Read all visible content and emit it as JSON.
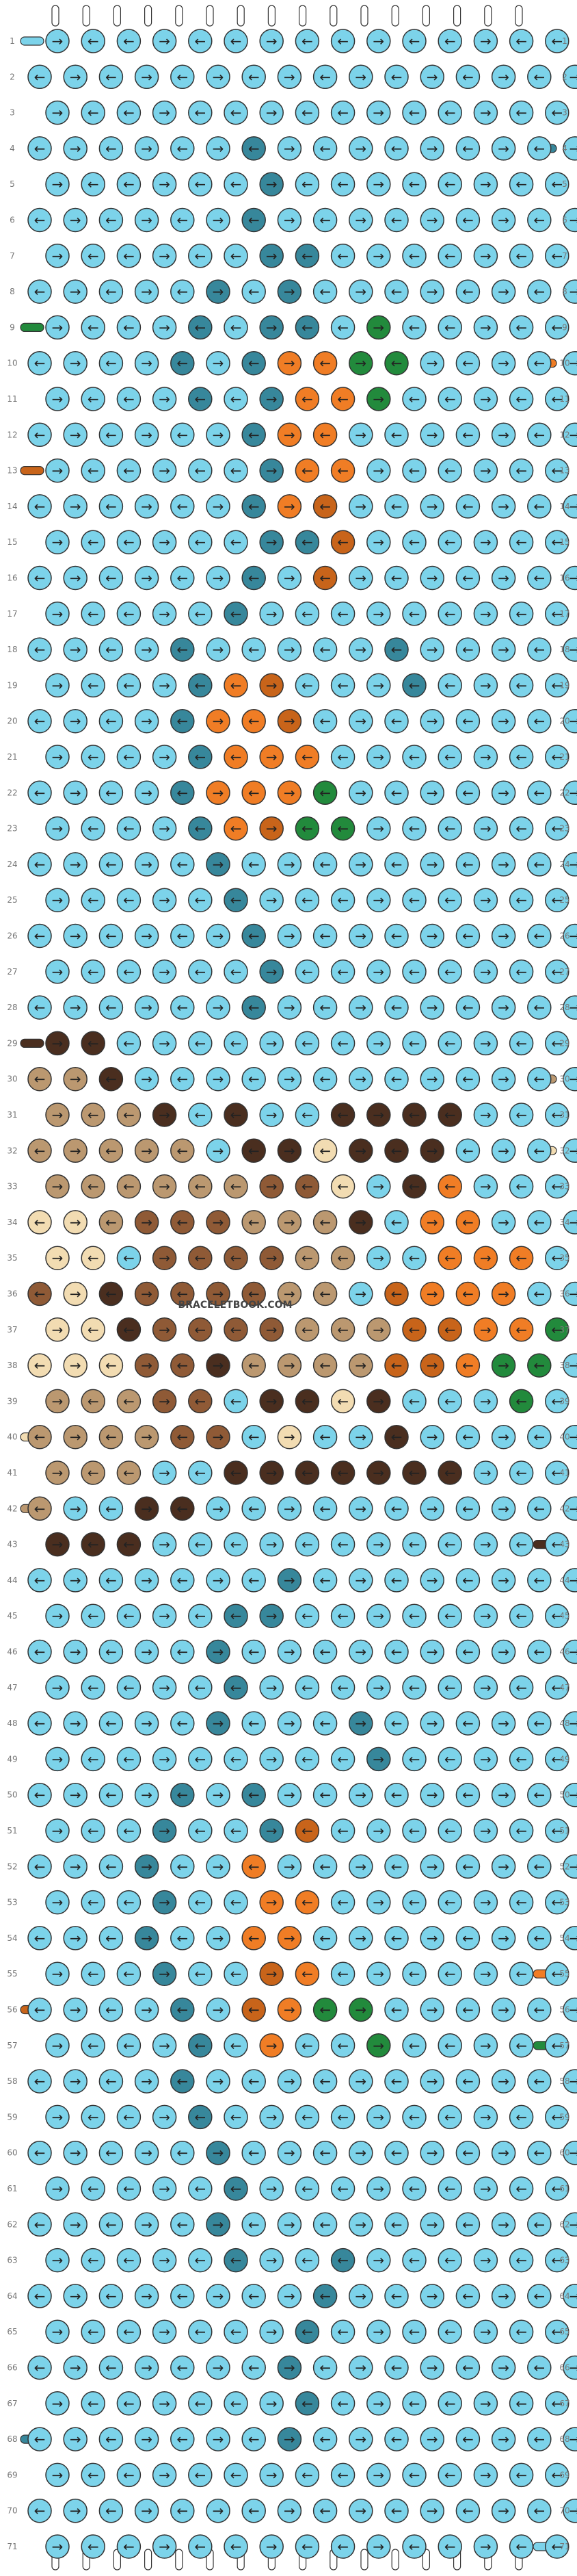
{
  "watermark": "BRACELETBOOK.COM",
  "pattern": {
    "rows": 71,
    "strings": 16,
    "colors": {
      "background": "#7cd3ea",
      "teal": "#37879b",
      "green": "#228a3c",
      "orange": "#f07d25",
      "rust": "#c8641a",
      "dark_brown": "#4a2e1f",
      "brown": "#8f5a36",
      "tan": "#bb9870",
      "cream": "#f2dcb2",
      "outline": "#333333"
    },
    "motif": [
      {
        "rows": [
          4,
          28
        ],
        "knots": [
          [
            4,
            6
          ],
          [
            5,
            6
          ],
          [
            6,
            6
          ],
          [
            7,
            6
          ],
          [
            7,
            7
          ],
          [
            8,
            5
          ],
          [
            8,
            7
          ],
          [
            9,
            4
          ],
          [
            9,
            6
          ],
          [
            9,
            7
          ],
          [
            10,
            4
          ],
          [
            10,
            6
          ],
          [
            11,
            4
          ],
          [
            11,
            6
          ],
          [
            12,
            6
          ],
          [
            13,
            6
          ],
          [
            14,
            6
          ],
          [
            15,
            6
          ],
          [
            15,
            7
          ],
          [
            16,
            6
          ],
          [
            17,
            5
          ],
          [
            18,
            4
          ],
          [
            18,
            10
          ],
          [
            19,
            4
          ],
          [
            19,
            10
          ],
          [
            20,
            4
          ],
          [
            21,
            4
          ],
          [
            22,
            4
          ],
          [
            23,
            4
          ],
          [
            24,
            5
          ],
          [
            25,
            5
          ],
          [
            26,
            6
          ],
          [
            27,
            6
          ],
          [
            28,
            6
          ]
        ],
        "color": "teal"
      },
      {
        "rows": [
          9,
          23
        ],
        "knots": [
          [
            9,
            9
          ],
          [
            10,
            9
          ],
          [
            10,
            10
          ],
          [
            11,
            9
          ],
          [
            22,
            8
          ],
          [
            23,
            7
          ],
          [
            23,
            8
          ]
        ],
        "color": "green"
      },
      {
        "rows": [
          10,
          23
        ],
        "knots": [
          [
            10,
            7
          ],
          [
            10,
            8
          ],
          [
            11,
            7
          ],
          [
            11,
            8
          ],
          [
            12,
            7
          ],
          [
            12,
            8
          ],
          [
            13,
            7
          ],
          [
            13,
            8
          ],
          [
            14,
            7
          ],
          [
            19,
            5
          ],
          [
            20,
            5
          ],
          [
            20,
            6
          ],
          [
            21,
            5
          ],
          [
            21,
            6
          ],
          [
            21,
            7
          ],
          [
            22,
            5
          ],
          [
            22,
            6
          ],
          [
            22,
            7
          ],
          [
            23,
            5
          ],
          [
            23,
            6
          ]
        ],
        "color": "orange"
      },
      {
        "rows": [
          14,
          23
        ],
        "knots": [
          [
            14,
            8
          ],
          [
            15,
            8
          ],
          [
            16,
            8
          ],
          [
            19,
            6
          ],
          [
            20,
            7
          ],
          [
            23,
            6
          ]
        ],
        "color": "rust"
      },
      {
        "rows": [
          29,
          43
        ],
        "knots": [
          [
            29,
            0
          ],
          [
            29,
            1
          ],
          [
            30,
            2
          ],
          [
            31,
            3
          ],
          [
            31,
            5
          ],
          [
            31,
            8
          ],
          [
            31,
            9
          ],
          [
            31,
            10
          ],
          [
            31,
            11
          ],
          [
            32,
            6
          ],
          [
            32,
            7
          ],
          [
            32,
            9
          ],
          [
            32,
            10
          ],
          [
            32,
            11
          ],
          [
            33,
            10
          ],
          [
            34,
            9
          ],
          [
            36,
            2
          ],
          [
            37,
            2
          ],
          [
            38,
            5
          ],
          [
            39,
            6
          ],
          [
            39,
            7
          ],
          [
            39,
            9
          ],
          [
            40,
            10
          ],
          [
            41,
            5
          ],
          [
            41,
            6
          ],
          [
            41,
            7
          ],
          [
            41,
            8
          ],
          [
            41,
            9
          ],
          [
            41,
            10
          ],
          [
            41,
            11
          ],
          [
            42,
            3
          ],
          [
            42,
            4
          ],
          [
            43,
            0
          ],
          [
            43,
            1
          ],
          [
            43,
            2
          ]
        ],
        "color": "dark_brown"
      },
      {
        "rows": [
          33,
          42
        ],
        "knots": [
          [
            33,
            6
          ],
          [
            33,
            7
          ],
          [
            34,
            3
          ],
          [
            34,
            4
          ],
          [
            34,
            5
          ],
          [
            35,
            3
          ],
          [
            35,
            4
          ],
          [
            35,
            5
          ],
          [
            35,
            6
          ],
          [
            36,
            0
          ],
          [
            36,
            3
          ],
          [
            36,
            4
          ],
          [
            36,
            5
          ],
          [
            36,
            6
          ],
          [
            37,
            3
          ],
          [
            37,
            4
          ],
          [
            37,
            5
          ],
          [
            37,
            6
          ],
          [
            38,
            3
          ],
          [
            38,
            4
          ],
          [
            39,
            3
          ],
          [
            39,
            4
          ],
          [
            40,
            4
          ],
          [
            40,
            5
          ]
        ],
        "color": "brown"
      },
      {
        "rows": [
          30,
          42
        ],
        "knots": [
          [
            30,
            0
          ],
          [
            30,
            1
          ],
          [
            31,
            0
          ],
          [
            31,
            1
          ],
          [
            31,
            2
          ],
          [
            32,
            0
          ],
          [
            32,
            1
          ],
          [
            32,
            2
          ],
          [
            32,
            3
          ],
          [
            32,
            4
          ],
          [
            33,
            0
          ],
          [
            33,
            1
          ],
          [
            33,
            2
          ],
          [
            33,
            3
          ],
          [
            33,
            4
          ],
          [
            33,
            5
          ],
          [
            34,
            2
          ],
          [
            34,
            6
          ],
          [
            34,
            7
          ],
          [
            34,
            8
          ],
          [
            35,
            7
          ],
          [
            35,
            8
          ],
          [
            36,
            7
          ],
          [
            36,
            8
          ],
          [
            37,
            7
          ],
          [
            37,
            8
          ],
          [
            37,
            9
          ],
          [
            38,
            6
          ],
          [
            38,
            7
          ],
          [
            38,
            8
          ],
          [
            38,
            9
          ],
          [
            39,
            0
          ],
          [
            39,
            1
          ],
          [
            39,
            2
          ],
          [
            40,
            0
          ],
          [
            40,
            1
          ],
          [
            40,
            2
          ],
          [
            40,
            3
          ],
          [
            41,
            0
          ],
          [
            41,
            1
          ],
          [
            41,
            2
          ],
          [
            42,
            0
          ]
        ],
        "color": "tan"
      },
      {
        "rows": [
          32,
          40
        ],
        "knots": [
          [
            32,
            8
          ],
          [
            33,
            8
          ],
          [
            34,
            0
          ],
          [
            34,
            1
          ],
          [
            35,
            0
          ],
          [
            35,
            1
          ],
          [
            36,
            1
          ],
          [
            37,
            0
          ],
          [
            37,
            1
          ],
          [
            38,
            0
          ],
          [
            38,
            1
          ],
          [
            38,
            2
          ],
          [
            39,
            8
          ],
          [
            40,
            7
          ]
        ],
        "color": "cream"
      },
      {
        "rows": [
          33,
          40
        ],
        "knots": [
          [
            33,
            11
          ],
          [
            34,
            11
          ],
          [
            34,
            12
          ],
          [
            35,
            11
          ],
          [
            35,
            12
          ],
          [
            35,
            13
          ],
          [
            36,
            11
          ],
          [
            36,
            12
          ],
          [
            36,
            13
          ],
          [
            37,
            12
          ],
          [
            37,
            13
          ],
          [
            38,
            12
          ]
        ],
        "color": "orange"
      },
      {
        "rows": [
          36,
          40
        ],
        "knots": [
          [
            36,
            10
          ],
          [
            37,
            10
          ],
          [
            37,
            11
          ],
          [
            38,
            10
          ],
          [
            38,
            11
          ]
        ],
        "color": "rust"
      },
      {
        "rows": [
          37,
          39
        ],
        "knots": [
          [
            37,
            14
          ],
          [
            38,
            13
          ],
          [
            38,
            14
          ],
          [
            39,
            13
          ]
        ],
        "color": "green"
      },
      {
        "rows": [
          44,
          68
        ],
        "knots": [
          [
            44,
            7
          ],
          [
            45,
            5
          ],
          [
            45,
            6
          ],
          [
            46,
            5
          ],
          [
            47,
            5
          ],
          [
            48,
            5
          ],
          [
            48,
            9
          ],
          [
            49,
            9
          ],
          [
            50,
            4
          ],
          [
            50,
            6
          ],
          [
            51,
            3
          ],
          [
            51,
            6
          ],
          [
            52,
            3
          ],
          [
            52,
            6
          ],
          [
            53,
            3
          ],
          [
            54,
            3
          ],
          [
            55,
            3
          ],
          [
            56,
            4
          ],
          [
            57,
            4
          ],
          [
            58,
            4
          ],
          [
            59,
            4
          ],
          [
            60,
            5
          ],
          [
            61,
            5
          ],
          [
            62,
            5
          ],
          [
            63,
            5
          ],
          [
            63,
            8
          ],
          [
            64,
            8
          ],
          [
            65,
            7
          ],
          [
            66,
            7
          ],
          [
            67,
            7
          ],
          [
            68,
            7
          ]
        ],
        "color": "teal"
      },
      {
        "rows": [
          52,
          57
        ],
        "knots": [
          [
            52,
            6
          ],
          [
            53,
            6
          ],
          [
            53,
            7
          ],
          [
            54,
            6
          ],
          [
            54,
            7
          ],
          [
            55,
            6
          ],
          [
            55,
            7
          ],
          [
            56,
            6
          ],
          [
            56,
            7
          ],
          [
            57,
            6
          ]
        ],
        "color": "orange"
      },
      {
        "rows": [
          51,
          57
        ],
        "knots": [
          [
            51,
            7
          ],
          [
            55,
            6
          ],
          [
            56,
            6
          ]
        ],
        "color": "rust"
      },
      {
        "rows": [
          55,
          57
        ],
        "knots": [
          [
            56,
            8
          ],
          [
            56,
            9
          ],
          [
            57,
            9
          ]
        ],
        "color": "green"
      }
    ],
    "thread_marks": [
      {
        "row": 1,
        "side": "left",
        "color": "background"
      },
      {
        "row": 4,
        "side": "right",
        "color": "teal"
      },
      {
        "row": 9,
        "side": "left",
        "color": "green"
      },
      {
        "row": 10,
        "side": "right",
        "color": "orange"
      },
      {
        "row": 13,
        "side": "left",
        "color": "rust"
      },
      {
        "row": 29,
        "side": "left",
        "color": "dark_brown"
      },
      {
        "row": 30,
        "side": "right",
        "color": "tan"
      },
      {
        "row": 32,
        "side": "right",
        "color": "cream"
      },
      {
        "row": 40,
        "side": "left",
        "color": "cream"
      },
      {
        "row": 42,
        "side": "left",
        "color": "tan"
      },
      {
        "row": 43,
        "side": "right",
        "color": "dark_brown"
      },
      {
        "row": 55,
        "side": "right",
        "color": "orange"
      },
      {
        "row": 56,
        "side": "left",
        "color": "rust"
      },
      {
        "row": 57,
        "side": "right",
        "color": "green"
      },
      {
        "row": 68,
        "side": "left",
        "color": "teal"
      },
      {
        "row": 71,
        "side": "right",
        "color": "background"
      }
    ]
  }
}
